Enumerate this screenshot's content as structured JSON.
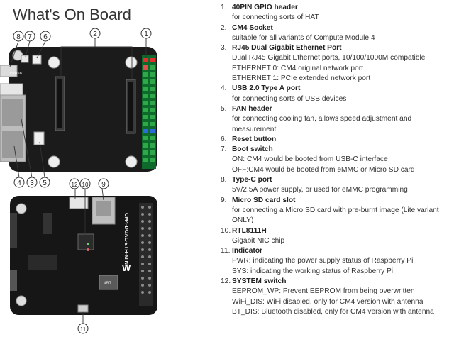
{
  "title": "What's On Board",
  "board_labels": [
    "1",
    "2",
    "3",
    "4",
    "5",
    "6",
    "7",
    "8",
    "9",
    "10",
    "11",
    "12"
  ],
  "board_silk": {
    "name": "CM4-DUAL-ETH-MINI",
    "power": "POWER",
    "chip": "4R7"
  },
  "items": [
    {
      "num": "1.",
      "head": "40PIN GPIO header",
      "desc": [
        "for connecting sorts of HAT"
      ]
    },
    {
      "num": "2.",
      "head": "CM4 Socket",
      "desc": [
        "suitable for all variants of Compute Module 4"
      ]
    },
    {
      "num": "3.",
      "head": "RJ45 Dual Gigabit Ethernet Port",
      "desc": [
        "Dual RJ45 Gigabit Ethernet ports, 10/100/1000M compatible",
        "ETHERNET 0: CM4 original network port",
        "ETHERNET 1: PCIe extended network port"
      ]
    },
    {
      "num": "4.",
      "head": "USB 2.0 Type A port",
      "desc": [
        "for connecting sorts of USB devices"
      ]
    },
    {
      "num": "5.",
      "head": "FAN header",
      "desc": [
        "for connecting cooling fan, allows speed adjustment and",
        "measurement"
      ]
    },
    {
      "num": "6.",
      "head": "Reset button",
      "desc": []
    },
    {
      "num": "7.",
      "head": "Boot switch",
      "desc": [
        "ON: CM4 would be booted from USB-C interface",
        "OFF:CM4 would be booted from eMMC or Micro SD card"
      ]
    },
    {
      "num": "8.",
      "head": "Type-C port",
      "desc": [
        "5V/2.5A power supply, or used for eMMC programming"
      ]
    },
    {
      "num": "9.",
      "head": "Micro SD card slot",
      "desc": [
        "for connecting a Micro SD card with pre-burnt image (Lite variant",
        "ONLY)"
      ]
    },
    {
      "num": "10.",
      "head": "RTL8111H",
      "desc": [
        "Gigabit NIC chip"
      ]
    },
    {
      "num": "11.",
      "head": "Indicator",
      "desc": [
        "PWR: indicating the power supply status of Raspberry Pi",
        "SYS: indicating the working status of Raspberry Pi"
      ]
    },
    {
      "num": "12.",
      "head": "SYSTEM switch",
      "desc": [
        "EEPROM_WP: Prevent EEPROM from being overwritten",
        "WiFi_DIS: WiFi disabled, only for CM4 version with antenna",
        "BT_DIS: Bluetooth disabled, only for CM4 version with antenna"
      ]
    }
  ]
}
